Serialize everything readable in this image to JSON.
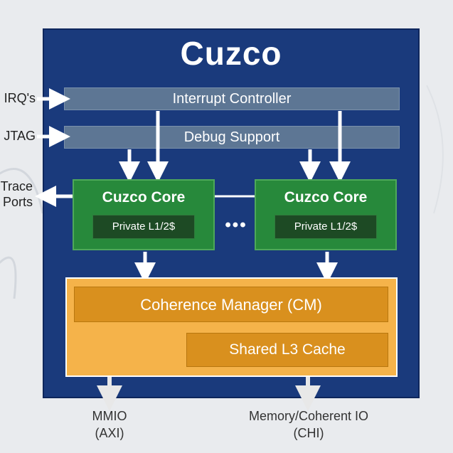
{
  "title": "Cuzco",
  "interrupt_controller": "Interrupt Controller",
  "debug_support": "Debug Support",
  "cores": [
    {
      "name": "Cuzco Core",
      "cache": "Private L1/2$"
    },
    {
      "name": "Cuzco Core",
      "cache": "Private L1/2$"
    }
  ],
  "core_ellipsis": "•••",
  "coherence_manager": "Coherence Manager (CM)",
  "shared_cache": "Shared L3 Cache",
  "inputs": {
    "irq": "IRQ's",
    "jtag": "JTAG"
  },
  "trace": {
    "line1": "Trace",
    "line2": "Ports"
  },
  "outputs": {
    "mmio": {
      "line1": "MMIO",
      "line2": "(AXI)"
    },
    "memory": {
      "line1": "Memory/Coherent IO",
      "line2": "(CHI)"
    }
  },
  "colors": {
    "chip_bg": "#1a3a7c",
    "bar_bg": "#5d7694",
    "core_bg": "#27893b",
    "cache_bg": "#1d4a24",
    "cm_outer": "#f5b34a",
    "cm_inner": "#d9901e"
  }
}
